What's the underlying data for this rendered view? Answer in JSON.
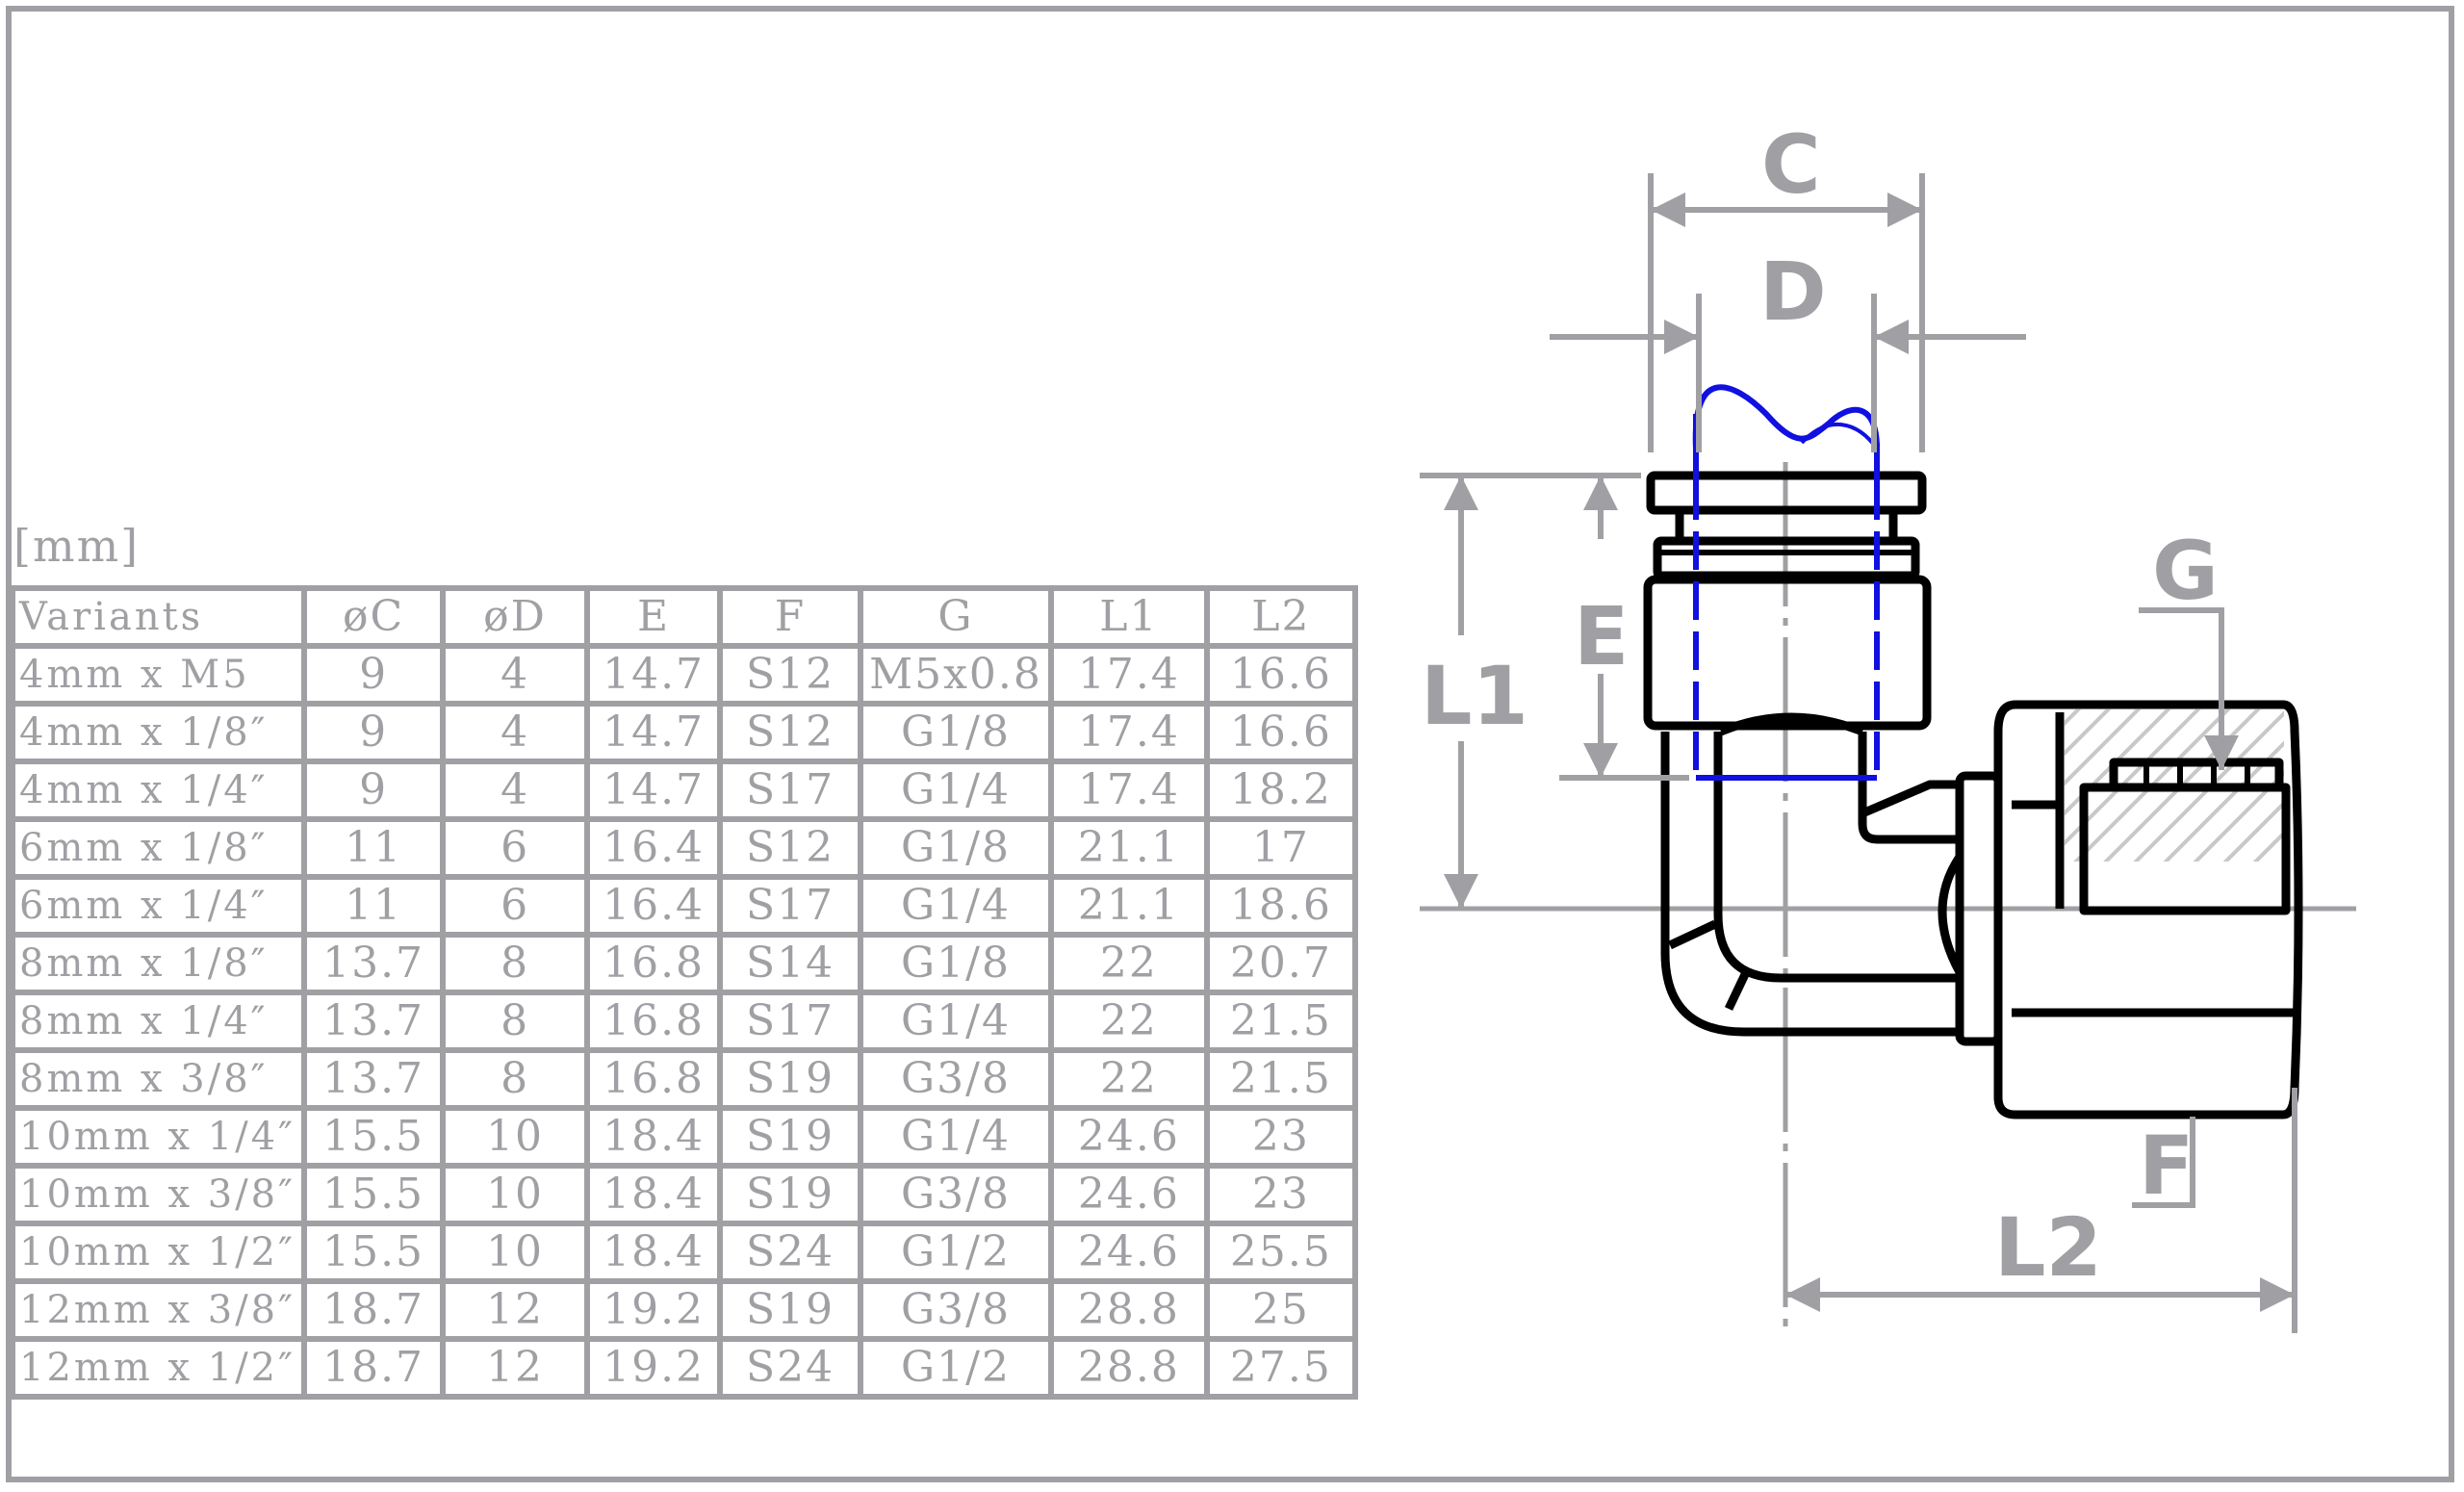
{
  "table": {
    "unit": "[mm]",
    "headers": [
      "Variants",
      "øC",
      "øD",
      "E",
      "F",
      "G",
      "L1",
      "L2"
    ],
    "rows": [
      [
        "4mm x M5",
        "9",
        "4",
        "14.7",
        "S12",
        "M5x0.8",
        "17.4",
        "16.6"
      ],
      [
        "4mm x 1/8″",
        "9",
        "4",
        "14.7",
        "S12",
        "G1/8",
        "17.4",
        "16.6"
      ],
      [
        "4mm x 1/4″",
        "9",
        "4",
        "14.7",
        "S17",
        "G1/4",
        "17.4",
        "18.2"
      ],
      [
        "6mm x 1/8″",
        "11",
        "6",
        "16.4",
        "S12",
        "G1/8",
        "21.1",
        "17"
      ],
      [
        "6mm x 1/4″",
        "11",
        "6",
        "16.4",
        "S17",
        "G1/4",
        "21.1",
        "18.6"
      ],
      [
        "8mm x 1/8″",
        "13.7",
        "8",
        "16.8",
        "S14",
        "G1/8",
        "22",
        "20.7"
      ],
      [
        "8mm x 1/4″",
        "13.7",
        "8",
        "16.8",
        "S17",
        "G1/4",
        "22",
        "21.5"
      ],
      [
        "8mm x 3/8″",
        "13.7",
        "8",
        "16.8",
        "S19",
        "G3/8",
        "22",
        "21.5"
      ],
      [
        "10mm x 1/4″",
        "15.5",
        "10",
        "18.4",
        "S19",
        "G1/4",
        "24.6",
        "23"
      ],
      [
        "10mm x 3/8″",
        "15.5",
        "10",
        "18.4",
        "S19",
        "G3/8",
        "24.6",
        "23"
      ],
      [
        "10mm x 1/2″",
        "15.5",
        "10",
        "18.4",
        "S24",
        "G1/2",
        "24.6",
        "25.5"
      ],
      [
        "12mm x 3/8″",
        "18.7",
        "12",
        "19.2",
        "S19",
        "G3/8",
        "28.8",
        "25"
      ],
      [
        "12mm x 1/2″",
        "18.7",
        "12",
        "19.2",
        "S24",
        "G1/2",
        "28.8",
        "27.5"
      ]
    ]
  },
  "drawing": {
    "dimension_labels": {
      "c": "C",
      "d": "D",
      "e": "E",
      "l1": "L1",
      "l2": "L2",
      "g": "G",
      "f": "F"
    },
    "colors": {
      "dimension": "#a0a0a4",
      "body": "#000000",
      "tube": "#1010e0",
      "hatch": "#c8c8c8"
    }
  }
}
